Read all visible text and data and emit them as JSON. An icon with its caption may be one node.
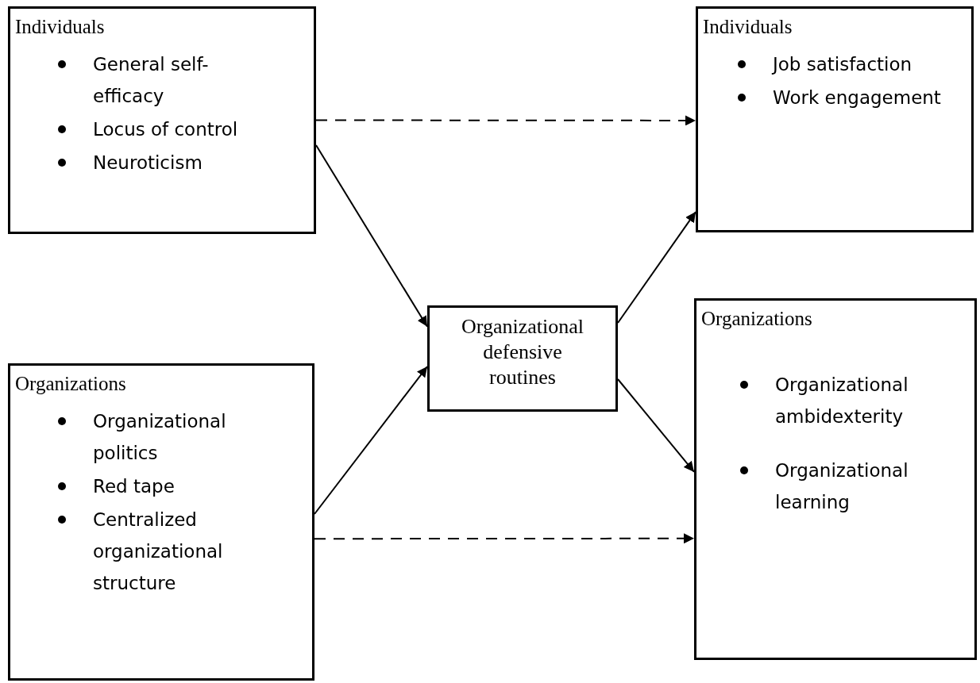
{
  "diagram": {
    "nodes": [
      {
        "text": [
          "Individuals",
          "General self-efficacy",
          "Locus of control",
          "Neuroticism"
        ]
      },
      {
        "text": [
          "Individuals",
          "Job satisfaction",
          "Work engagement"
        ]
      },
      {
        "text": [
          "Organizational defensive routines"
        ]
      },
      {
        "text": [
          "Organizations",
          "Organizational ambidexterity",
          "Organizational learning"
        ]
      },
      {
        "text": [
          "Organizations",
          "Organizational politics",
          "Red tape",
          "Centralized organizational structure"
        ]
      }
    ],
    "edges": [
      {
        "from": 0,
        "to": 1,
        "arrow": "to",
        "style": "dashed"
      },
      {
        "from": 0,
        "to": 2,
        "arrow": "to"
      },
      {
        "from": 4,
        "to": 2,
        "arrow": "to"
      },
      {
        "from": 2,
        "to": 1,
        "arrow": "to"
      },
      {
        "from": 2,
        "to": 3,
        "arrow": "to"
      },
      {
        "from": 4,
        "to": 3,
        "arrow": "to",
        "style": "dashed"
      }
    ]
  }
}
